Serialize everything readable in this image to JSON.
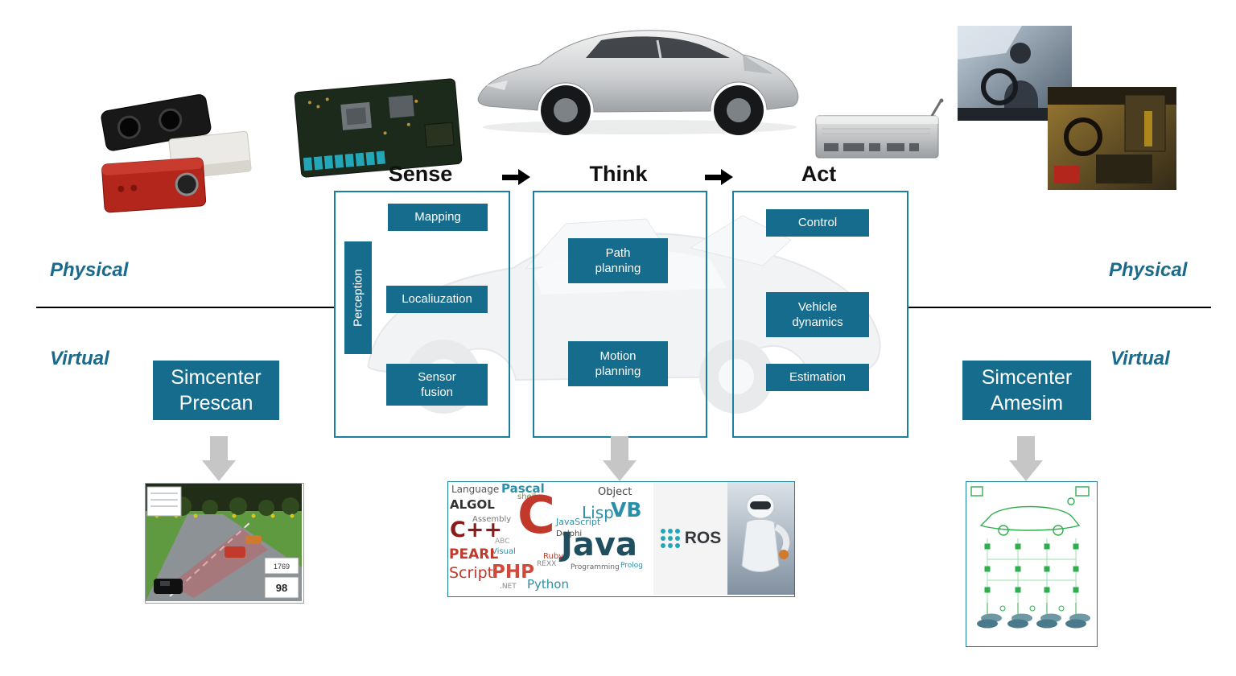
{
  "pipeline": {
    "sense": {
      "title": "Sense",
      "mapping": "Mapping",
      "perception": "Perception",
      "localization": "Localiuzation",
      "sensor_fusion": "Sensor fusion"
    },
    "think": {
      "title": "Think",
      "path_planning": "Path planning",
      "motion_planning": "Motion planning"
    },
    "act": {
      "title": "Act",
      "control": "Control",
      "vehicle_dynamics": "Vehicle dynamics",
      "estimation": "Estimation"
    }
  },
  "domains": {
    "physical": "Physical",
    "virtual": "Virtual"
  },
  "tools": {
    "prescan": {
      "line1": "Simcenter",
      "line2": "Prescan"
    },
    "amesim": {
      "line1": "Simcenter",
      "line2": "Amesim"
    }
  },
  "prescan_sim": {
    "speed": "98",
    "reading": "1769"
  },
  "middleware": {
    "ros": "ROS"
  },
  "wordcloud": {
    "words": [
      "Language",
      "Pascal",
      "ALGOL",
      "Assembly",
      "shell",
      "C++",
      "ABC",
      "Visual",
      "C",
      "JavaScript",
      "Lisp",
      "VB",
      "Object",
      "Delphi",
      "PEARL",
      "Java",
      "Script",
      "PHP",
      "Python",
      "Programming",
      "REXX",
      "Ruby",
      ".NET",
      "Prolog"
    ]
  },
  "colors": {
    "teal_fill": "#166c8c",
    "box_border": "#1a7fa0",
    "domain_label": "#1b6a8c",
    "arrow_gray": "#c6c6c6",
    "schematic_green": "#2fae4e"
  }
}
